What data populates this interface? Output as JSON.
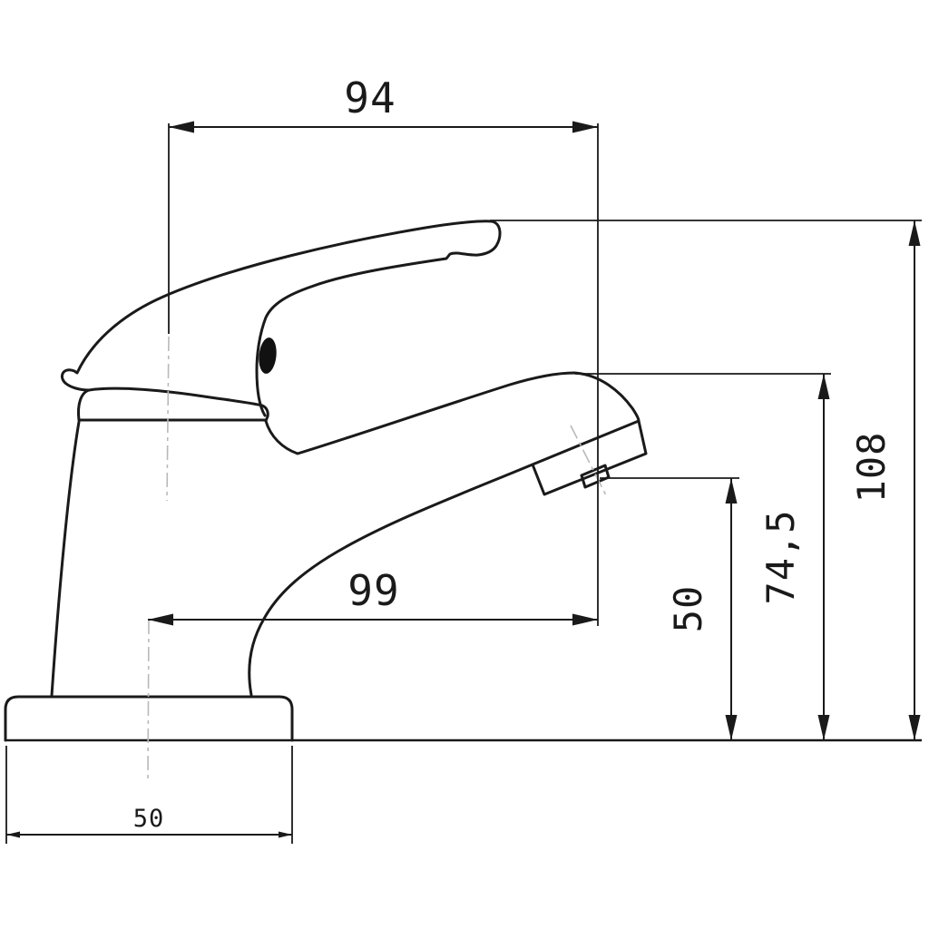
{
  "colors": {
    "line": "#1a1a1a",
    "centerline": "#b9b9b9",
    "background": "#ffffff"
  },
  "dimensions": {
    "handle_to_outlet_width": "94",
    "base_axis_to_outlet_reach": "99",
    "overall_height": "108",
    "spout_top_height": "74,5",
    "outlet_height": "50",
    "base_width": "50"
  }
}
